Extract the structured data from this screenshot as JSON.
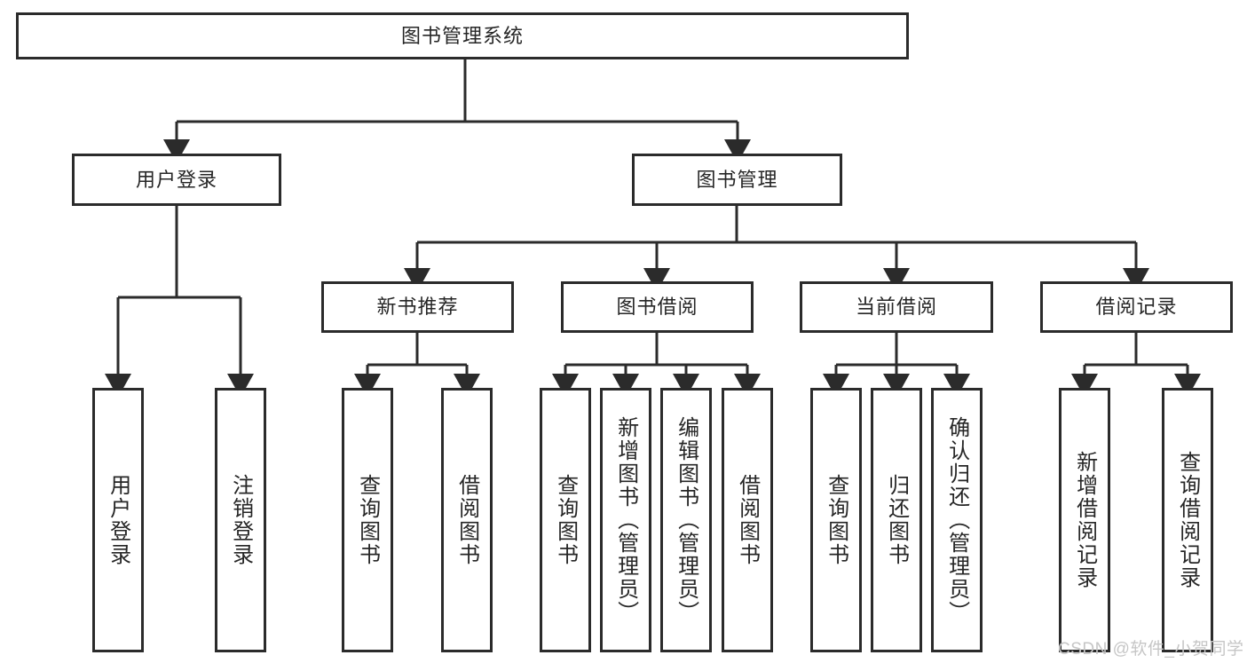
{
  "diagram": {
    "type": "tree-hierarchy",
    "title": "图书管理系统",
    "watermark": "CSDN @软件_小贺同学",
    "colors": {
      "box_border": "#2b2b2b",
      "box_fill": "#ffffff",
      "connector": "#2b2b2b",
      "text": "#262626",
      "watermark": "#c6c6c6",
      "background": "#ffffff"
    },
    "nodes": {
      "root": {
        "label": "图书管理系统"
      },
      "level2": [
        {
          "id": "user-login",
          "label": "用户登录"
        },
        {
          "id": "book-management",
          "label": "图书管理"
        }
      ],
      "level3": [
        {
          "id": "new-book-recommend",
          "label": "新书推荐"
        },
        {
          "id": "book-borrow",
          "label": "图书借阅"
        },
        {
          "id": "current-borrow",
          "label": "当前借阅"
        },
        {
          "id": "borrow-record",
          "label": "借阅记录"
        }
      ],
      "leaves": {
        "user_login": [
          {
            "id": "leaf-user-login",
            "label": "用户登录"
          },
          {
            "id": "leaf-user-logout",
            "label": "注销登录"
          }
        ],
        "new_book_recommend": [
          {
            "id": "leaf-query-book-1",
            "label": "查询图书"
          },
          {
            "id": "leaf-borrow-book-1",
            "label": "借阅图书"
          }
        ],
        "book_borrow": [
          {
            "id": "leaf-query-book-2",
            "label": "查询图书"
          },
          {
            "id": "leaf-add-book",
            "label": "新增图书（管理员）"
          },
          {
            "id": "leaf-edit-book",
            "label": "编辑图书（管理员）"
          },
          {
            "id": "leaf-borrow-book-2",
            "label": "借阅图书"
          }
        ],
        "current_borrow": [
          {
            "id": "leaf-query-book-3",
            "label": "查询图书"
          },
          {
            "id": "leaf-return-book",
            "label": "归还图书"
          },
          {
            "id": "leaf-confirm-return",
            "label": "确认归还（管理员）"
          }
        ],
        "borrow_record": [
          {
            "id": "leaf-add-record",
            "label": "新增借阅记录"
          },
          {
            "id": "leaf-query-record",
            "label": "查询借阅记录"
          }
        ]
      }
    }
  }
}
